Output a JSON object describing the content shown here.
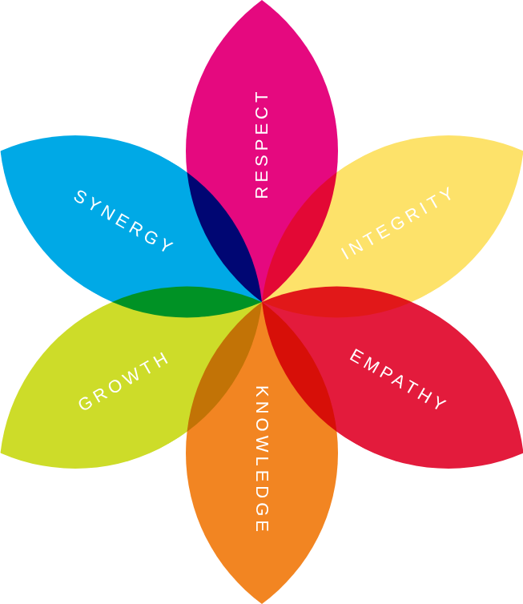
{
  "diagram": {
    "nodes": [
      {
        "text": [
          "RESPECT"
        ]
      },
      {
        "text": [
          "INTEGRITY"
        ]
      },
      {
        "text": [
          "EMPATHY"
        ]
      },
      {
        "text": [
          "KNOWLEDGE"
        ]
      },
      {
        "text": [
          "GROWTH"
        ]
      },
      {
        "text": [
          "SYNERGY"
        ]
      }
    ]
  }
}
